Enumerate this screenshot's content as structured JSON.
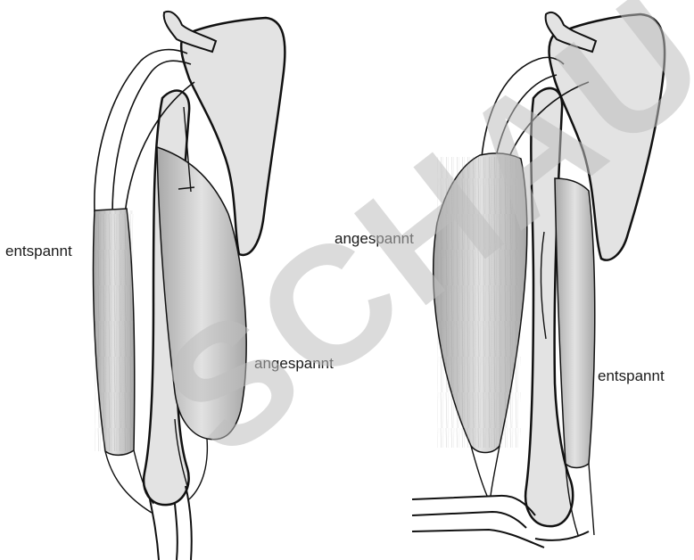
{
  "labels": {
    "left_biceps": "entspannt",
    "left_triceps": "angespannt",
    "right_biceps": "angespannt",
    "right_triceps": "entspannt"
  },
  "watermark": "SCHAU",
  "colors": {
    "bone": "#e3e3e3",
    "outline": "#111111",
    "muscle": "#b9b9b9",
    "watermark": "#bdbdbd"
  }
}
